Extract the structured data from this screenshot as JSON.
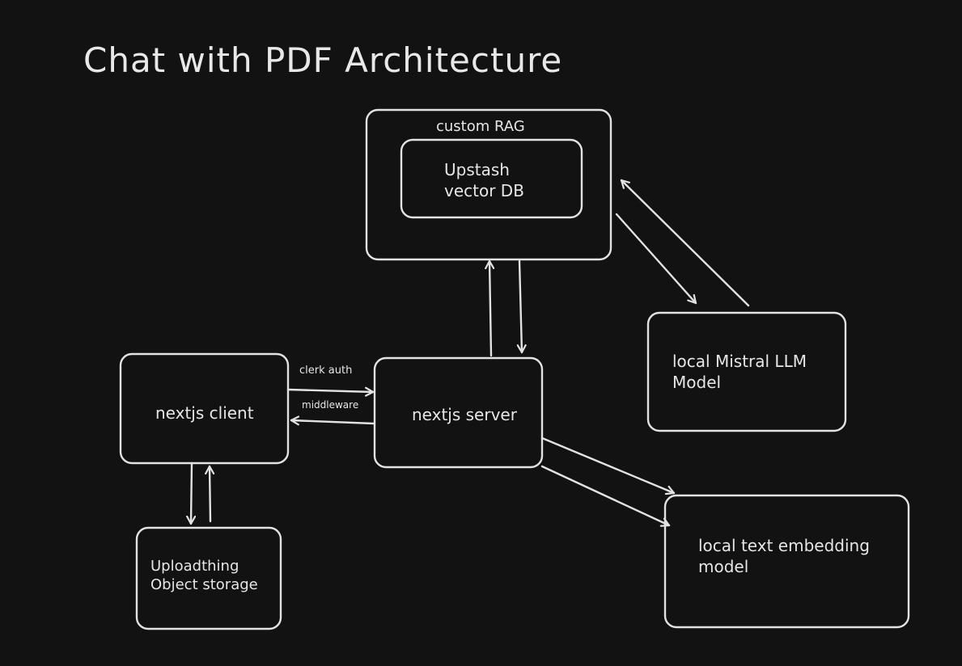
{
  "title": "Chat with PDF Architecture",
  "nodes": {
    "custom_rag": "custom RAG",
    "upstash": [
      "Upstash",
      "vector DB"
    ],
    "mistral": [
      "local Mistral LLM",
      "Model"
    ],
    "client": "nextjs client",
    "server": "nextjs server",
    "uploadthing": [
      "Uploadthing",
      "Object storage"
    ],
    "embedding": [
      "local text embedding",
      "model"
    ]
  },
  "edges": {
    "client_to_server": "clerk auth",
    "server_to_client": "middleware"
  },
  "colors": {
    "background": "#121212",
    "stroke": "#e2e2e2",
    "text": "#e6e6e6"
  }
}
